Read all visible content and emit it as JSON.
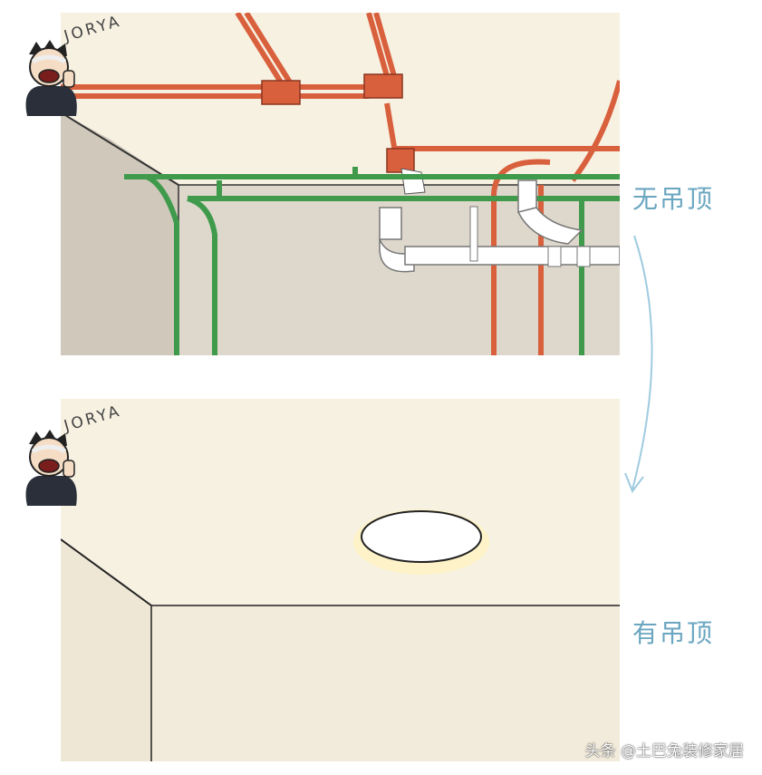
{
  "brand": {
    "name": "JORYA"
  },
  "labels": {
    "no_ceiling": "无吊顶",
    "with_ceiling": "有吊顶"
  },
  "watermark": "头条 @土巴兔装修家居",
  "colors": {
    "ceiling": "#f7f1e2",
    "wall_left": "#cdc5b8",
    "wall_back": "#e0d9cd",
    "electrical_conduit": "#e06a48",
    "water_pipe": "#3f9a4c",
    "drain_pipe": "#ffffff",
    "label": "#6aa6c0"
  },
  "icons": {
    "mascot": "cartoon-worker-face-icon",
    "arrow": "curved-down-arrow-icon"
  }
}
